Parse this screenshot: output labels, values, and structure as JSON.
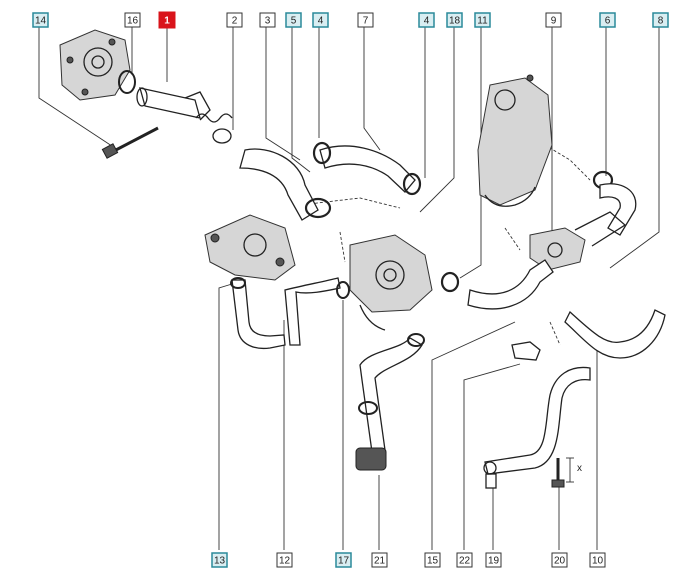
{
  "callouts": [
    {
      "id": "c14",
      "text": "14",
      "style": "teal"
    },
    {
      "id": "c16",
      "text": "16",
      "style": "plain"
    },
    {
      "id": "c1",
      "text": "1",
      "style": "red"
    },
    {
      "id": "c2",
      "text": "2",
      "style": "plain"
    },
    {
      "id": "c3",
      "text": "3",
      "style": "plain"
    },
    {
      "id": "c5",
      "text": "5",
      "style": "teal"
    },
    {
      "id": "c4a",
      "text": "4",
      "style": "teal"
    },
    {
      "id": "c7",
      "text": "7",
      "style": "plain"
    },
    {
      "id": "c4b",
      "text": "4",
      "style": "teal"
    },
    {
      "id": "c18",
      "text": "18",
      "style": "teal"
    },
    {
      "id": "c11",
      "text": "11",
      "style": "teal"
    },
    {
      "id": "c9",
      "text": "9",
      "style": "plain"
    },
    {
      "id": "c6",
      "text": "6",
      "style": "teal"
    },
    {
      "id": "c8",
      "text": "8",
      "style": "teal"
    },
    {
      "id": "c13",
      "text": "13",
      "style": "teal"
    },
    {
      "id": "c12",
      "text": "12",
      "style": "plain"
    },
    {
      "id": "c17",
      "text": "17",
      "style": "teal"
    },
    {
      "id": "c21",
      "text": "21",
      "style": "plain"
    },
    {
      "id": "c15",
      "text": "15",
      "style": "plain"
    },
    {
      "id": "c22",
      "text": "22",
      "style": "plain"
    },
    {
      "id": "c19",
      "text": "19",
      "style": "plain"
    },
    {
      "id": "c20",
      "text": "20",
      "style": "plain"
    },
    {
      "id": "c10",
      "text": "10",
      "style": "plain"
    }
  ],
  "dimension_label": "x",
  "colors": {
    "teal_border": "#2a8a9a",
    "teal_fill": "#d9eef2",
    "red_fill": "#d9141b",
    "plain_border": "#333333",
    "line": "#222222"
  }
}
